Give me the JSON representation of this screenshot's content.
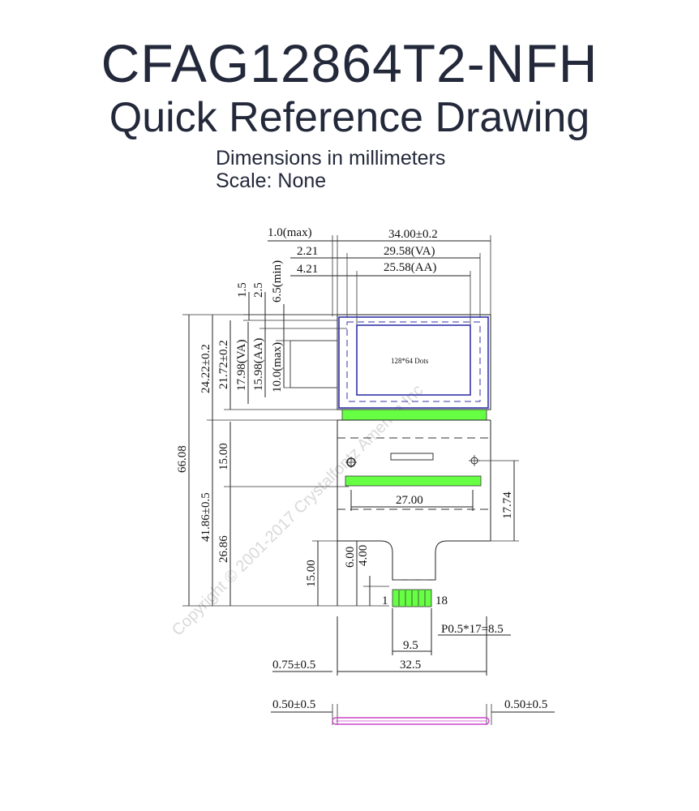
{
  "header": {
    "title": "CFAG12864T2-NFH",
    "subtitle": "Quick Reference Drawing",
    "units": "Dimensions in millimeters",
    "scale": "Scale: None"
  },
  "drawing": {
    "top_dims": {
      "thickness_max": "1.0(max)",
      "outline_width": "34.00±0.2",
      "va_offset": "2.21",
      "va_width": "29.58(VA)",
      "aa_offset": "4.21",
      "aa_width": "25.58(AA)"
    },
    "vertical_top": {
      "d1": "1.5",
      "d2": "2.5",
      "d3": "6.5(min)"
    },
    "left_dims": {
      "total_height": "66.08",
      "glass_height": "24.22±0.2",
      "glass_inner": "21.72±0.2",
      "va_height": "17.98(VA)",
      "aa_height": "15.98(AA)",
      "cutout_max": "10.0(max)",
      "tail_length": "41.86±0.5",
      "upper_tail": "15.00",
      "lower_tail": "26.86",
      "bottom_seg": "15.00",
      "d_6": "6.00",
      "d_4": "4.00"
    },
    "display_label": "128*64 Dots",
    "tail": {
      "hole_span": "27.00",
      "right_dim": "17.74",
      "pin_first": "1",
      "pin_last": "18",
      "pitch": "P0.5*17=8.5",
      "contact_width": "9.5",
      "tail_width": "32.5",
      "offset_left": "0.75±0.5"
    },
    "side_view": {
      "left": "0.50±0.5",
      "right": "0.50±0.5"
    },
    "watermark": "Copyright © 2001-2017 Crystalfontz America Inc",
    "colors": {
      "frame": "#3333aa",
      "green": "#66ff44",
      "magenta": "#cc44cc",
      "ink": "#23293a"
    }
  }
}
